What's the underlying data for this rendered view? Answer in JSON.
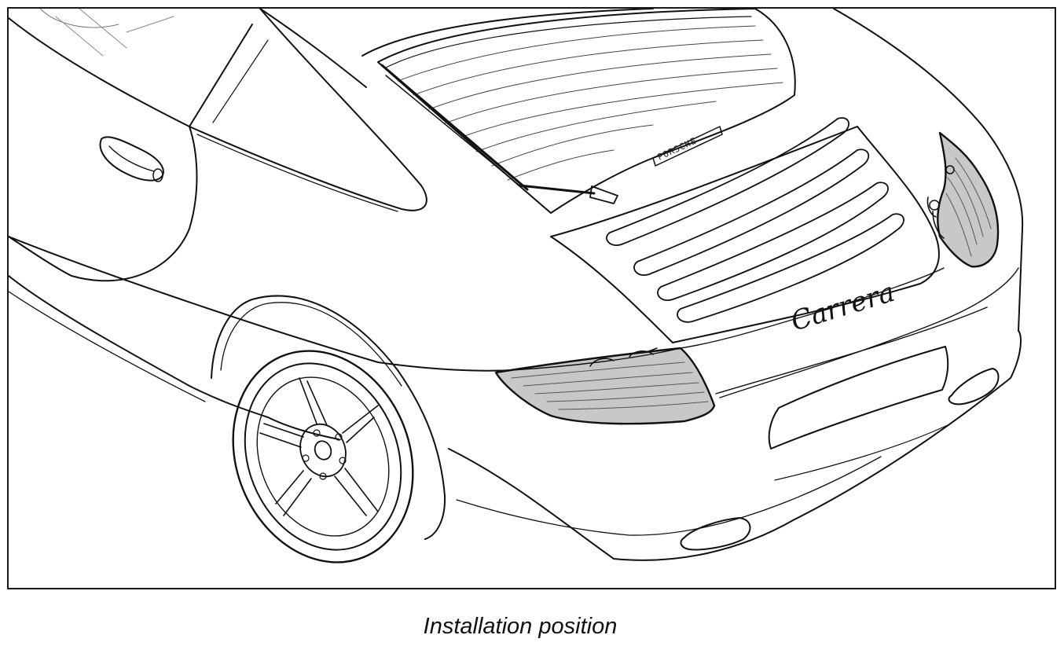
{
  "figure": {
    "caption": "Installation position",
    "model_script": "Carrera",
    "badge_text": "PORSCHE",
    "highlight_color": "#c8c8c8",
    "line_color": "#111111",
    "highlighted_parts": [
      "left-tail-light",
      "right-tail-light"
    ]
  }
}
